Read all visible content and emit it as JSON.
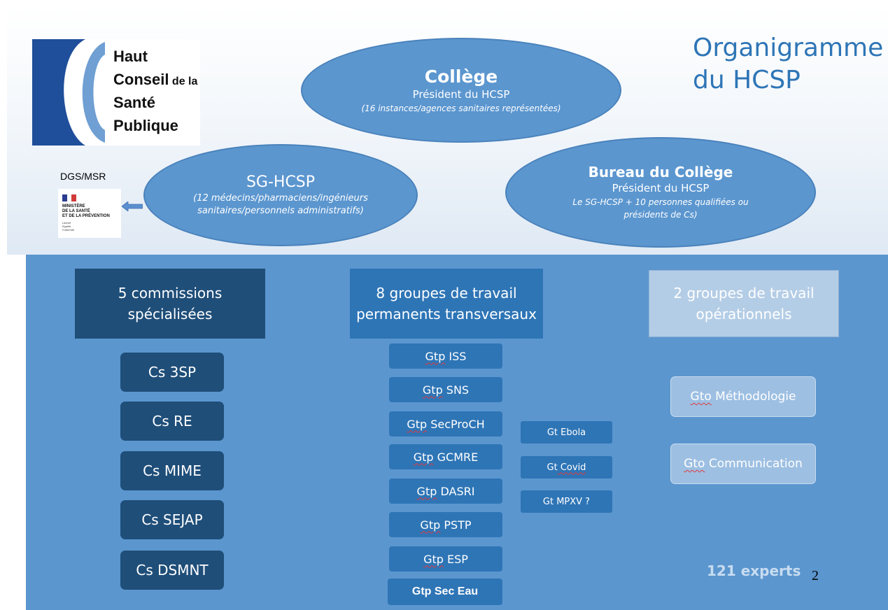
{
  "title": {
    "line1": "Organigramme",
    "line2": "du HCSP"
  },
  "logo": {
    "line1_b": "H",
    "line1_r": "aut",
    "line2_b": "C",
    "line2_r": "onseil",
    "line2_s": " de la",
    "line3_b": "S",
    "line3_r": "anté",
    "line4_b": "P",
    "line4_r": "ublique"
  },
  "college": {
    "title": "Collège",
    "subtitle": "Président du HCSP",
    "note": "(16 instances/agences sanitaires représentées)"
  },
  "sg": {
    "title": "SG-HCSP",
    "note_line1": "(12 médecins/pharmaciens/ingénieurs",
    "note_line2": "sanitaires/personnels administratifs)"
  },
  "bureau": {
    "title": "Bureau du Collège",
    "subtitle": "Président du HCSP",
    "note_line1": "Le SG-HCSP + 10 personnes qualifiées ou",
    "note_line2": "présidents de Cs)"
  },
  "dgs": {
    "label": "DGS/MSR",
    "ministere_l1": "MINISTÈRE",
    "ministere_l2": "DE LA SANTÉ",
    "ministere_l3": "ET DE LA PRÉVENTION",
    "motto_l1": "Liberté",
    "motto_l2": "Égalité",
    "motto_l3": "Fraternité"
  },
  "columns": {
    "commissions": {
      "line1": "5 commissions",
      "line2": "spécialisées",
      "items": [
        "Cs 3SP",
        "Cs RE",
        "Cs MIME",
        "Cs SEJAP",
        "Cs DSMNT"
      ]
    },
    "groupes_permanents": {
      "line1": "8 groupes de travail",
      "line2": "permanents transversaux",
      "items": [
        {
          "prefix": "Gtp",
          "name": " ISS"
        },
        {
          "prefix": "Gtp",
          "name": " SNS"
        },
        {
          "prefix": "Gtp",
          "name": " SecProCH"
        },
        {
          "prefix": "Gtp",
          "name": " GCMRE"
        },
        {
          "prefix": "Gtp",
          "name": " DASRI"
        },
        {
          "prefix": "Gtp",
          "name": " PSTP"
        },
        {
          "prefix": "Gtp",
          "name": " ESP"
        }
      ],
      "last_item": "Gtp Sec Eau"
    },
    "gt_temporaires": [
      {
        "prefix": "Gt",
        "name": " Ebola"
      },
      {
        "prefix": "Gt",
        "name": " Covid"
      },
      {
        "prefix": "Gt",
        "name": " MPXV ?"
      }
    ],
    "groupes_operationnels": {
      "line1": "2 groupes de travail",
      "line2": "opérationnels",
      "items": [
        {
          "prefix": "Gto",
          "name": " Méthodologie"
        },
        {
          "prefix": "Gto",
          "name": " Communication"
        }
      ]
    }
  },
  "experts": "121 experts",
  "page_number": "2",
  "colors": {
    "dark_navy": "#1f4e79",
    "mid_blue": "#2e75b6",
    "light_blue": "#5b96cf",
    "pale_blue": "#b4cde6"
  },
  "icons": [
    "logo-emblem",
    "marianne-flag-icon",
    "arrow-left-icon"
  ]
}
